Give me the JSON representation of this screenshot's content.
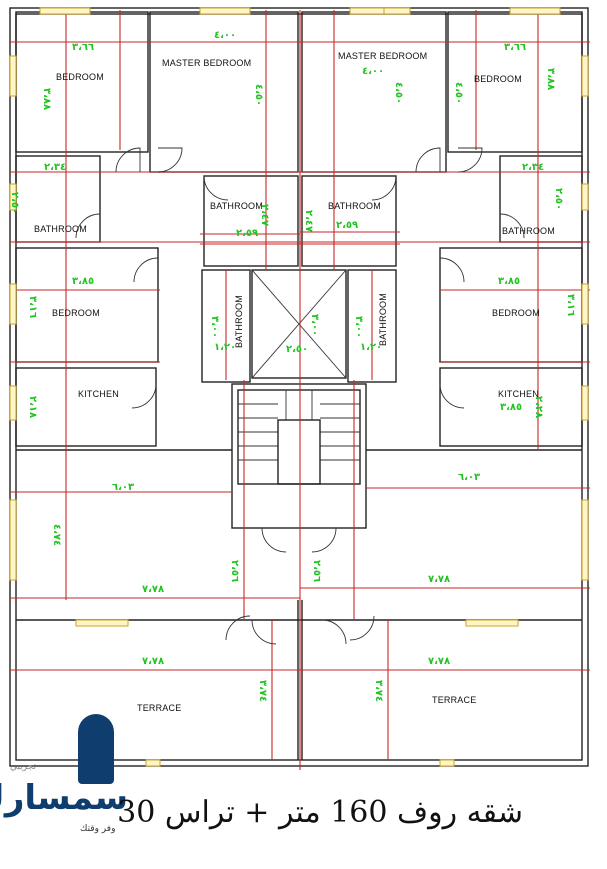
{
  "rooms": {
    "bedroom_tl": "BEDROOM",
    "master_l": "MASTER BEDROOM",
    "master_r": "MASTER BEDROOM",
    "bedroom_tr": "BEDROOM",
    "bath_l": "BATHROOM",
    "bath_cl": "BATHROOM",
    "bath_cr": "BATHROOM",
    "bath_r": "BATHROOM",
    "bedroom_ml": "BEDROOM",
    "bedroom_mr": "BEDROOM",
    "bath_vl": "BATHROOM",
    "bath_vr": "BATHROOM",
    "kitchen_l": "KITCHEN",
    "kitchen_r": "KITCHEN",
    "terrace_l": "TERRACE",
    "terrace_r": "TERRACE"
  },
  "dims": {
    "d1": "٣،٦٦",
    "d2": "٤،٠٠",
    "d3": "٤،٠٠",
    "d4": "٣،٦٦",
    "d5": "٣،٨٨",
    "d6": "٤،٥٠",
    "d7": "٤،٥٠",
    "d8": "٤،٥٠",
    "d9": "٣،٨٨",
    "d10": "٢،٣٤",
    "d11": "٢،٣٤",
    "d12": "٢،٥٠",
    "d13": "٢،٥٠",
    "d14": "٢،٤٧",
    "d15": "٢،٥٩",
    "d16": "٢،٤٧",
    "d17": "٢،٥٩",
    "d18": "٣،٨٥",
    "d19": "٣،٨٥",
    "d20": "٣،١٦",
    "d21": "٣،١٦",
    "d22": "٣،٠٠",
    "d23": "٣،٠٠",
    "d24": "٣،٠٠",
    "d25": "٢،٥٠",
    "d26": "١،٢٠",
    "d27": "١،٢٠",
    "d28": "٢،٢٨",
    "d29": "٣،٨٥",
    "d30": "٢،١٨",
    "d31": "٦،٠٣",
    "d32": "٦،٠٣",
    "d33": "٤،٧٤",
    "d34": "٢،٥٦",
    "d35": "٢،٥٦",
    "d36": "٧،٧٨",
    "d37": "٧،٧٨",
    "d38": "٧،٧٨",
    "d39": "٧،٧٨",
    "d40": "٣،٧٤",
    "d41": "٣،٧٤"
  },
  "caption": "شقه روف 160 متر + تراس 30",
  "logo": {
    "top_text": "تجريبي",
    "brand": "سمسارك",
    "tagline": "وفر وقتك"
  },
  "colors": {
    "wall": "#222222",
    "guide_line": "#c62828",
    "dimension_text": "#22c422",
    "window": "#c9a227",
    "logo": "#0f3d6e"
  }
}
